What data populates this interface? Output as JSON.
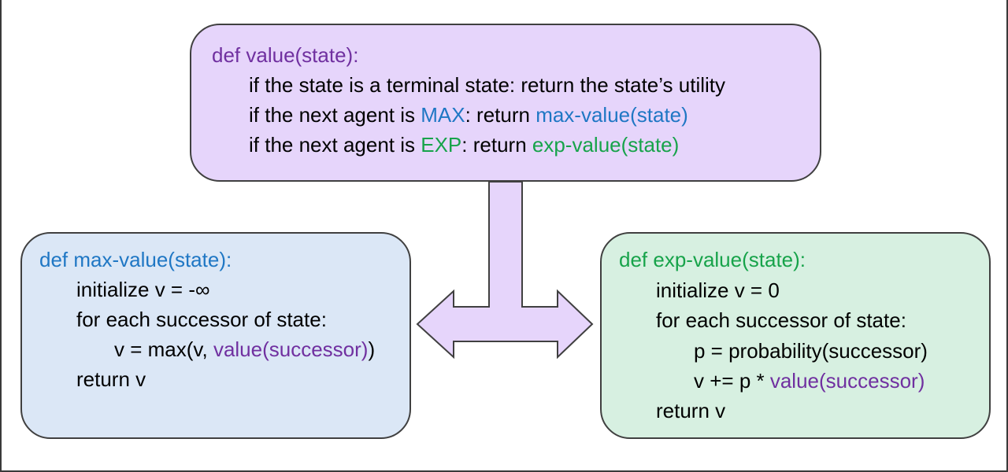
{
  "value_box": {
    "header": "def value(state):",
    "line1": "if the state is a terminal state: return the state’s utility",
    "line2_a": "if the next agent is ",
    "line2_b": "MAX",
    "line2_c": ": return ",
    "line2_d": "max-value(state)",
    "line3_a": "if the next agent is ",
    "line3_b": "EXP",
    "line3_c": ": return ",
    "line3_d": "exp-value(state)"
  },
  "max_box": {
    "header": "def max-value(state):",
    "line1": "initialize v = -∞",
    "line2": "for each successor of state:",
    "line3_a": "v = max(v, ",
    "line3_b": "value(successor)",
    "line3_c": ")",
    "line4": "return v"
  },
  "exp_box": {
    "header": "def exp-value(state):",
    "line1": "initialize v = 0",
    "line2": "for each successor of state:",
    "line3": "p = probability(successor)",
    "line4_a": "v += p * ",
    "line4_b": "value(successor)",
    "line5": "return v"
  },
  "colors": {
    "value_box_fill": "#e6d5fb",
    "max_box_fill": "#dbe7f6",
    "exp_box_fill": "#d7f0e1",
    "arrow_fill": "#e6d5fb",
    "purple_text": "#7030a0",
    "blue_text": "#1f77c4",
    "green_text": "#17a34a"
  }
}
